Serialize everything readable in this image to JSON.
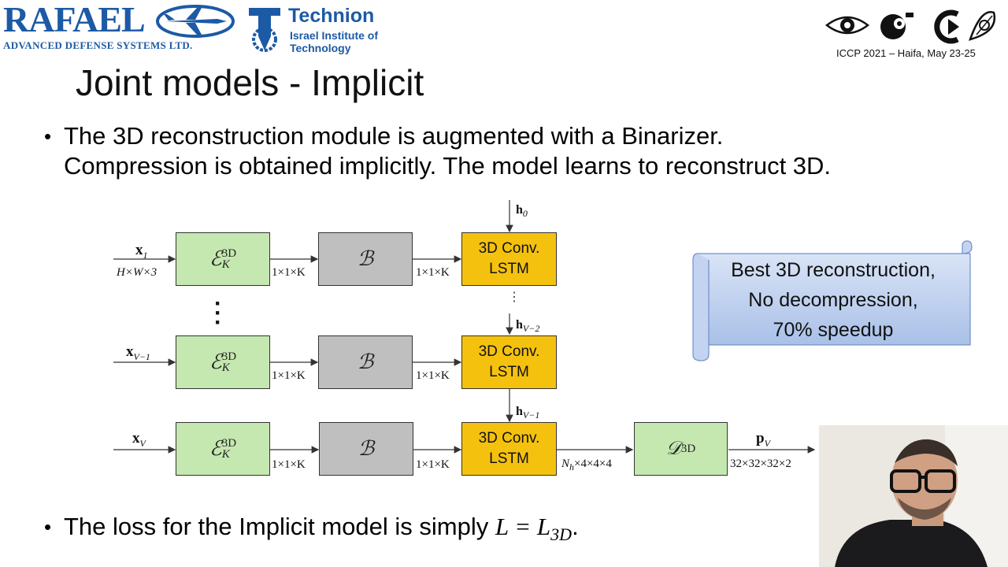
{
  "header": {
    "rafael_word": "RAFAEL",
    "rafael_sub": "ADVANCED DEFENSE SYSTEMS LTD.",
    "technion_title": "Technion",
    "technion_sub": "Israel Institute of Technology",
    "icc_caption": "ICCP 2021 – Haifa, May 23-25"
  },
  "slide": {
    "title": "Joint models - Implicit",
    "bullet1_line1": "The 3D reconstruction module is augmented with a Binarizer.",
    "bullet1_line2": "Compression is obtained implicitly. The model learns to reconstruct 3D.",
    "bullet2_prefix": "The loss for the Implicit model is simply ",
    "bullet2_math": "L = L",
    "bullet2_math_sub": "3D",
    "bullet2_suffix": "."
  },
  "diagram": {
    "inputs": [
      "x",
      "x",
      "x"
    ],
    "input_subs": [
      "1",
      "V−1",
      "V"
    ],
    "input_dim": "H×W×3",
    "encoder_label": "ℰ",
    "encoder_sup": "3D",
    "encoder_sub": "K",
    "binarizer_label": "ℬ",
    "code_dim": "1×1×K",
    "lstm_line1": "3D Conv.",
    "lstm_line2": "LSTM",
    "hidden_labels": [
      "h",
      "h",
      "h"
    ],
    "hidden_subs": [
      "0",
      "V−2",
      "V−1"
    ],
    "lstm_out_dim": "N",
    "lstm_out_dim_sub": "h",
    "lstm_out_dim_rest": "×4×4×4",
    "decoder_label": "𝒟",
    "decoder_sup": "3D",
    "output_label": "p",
    "output_sub": "V",
    "output_dim": "32×32×32×2",
    "vertical_dots": "⋮"
  },
  "callout": {
    "line1": "Best 3D reconstruction,",
    "line2": "No decompression,",
    "line3": "70% speedup"
  },
  "colors": {
    "brand_blue": "#1c5aa6",
    "encoder_green": "#c5e8b0",
    "binarizer_gray": "#bfbfbf",
    "lstm_yellow": "#f4c10f",
    "scroll_blue": "#b8cdee"
  },
  "icons": [
    "eye-icon",
    "camera-icon",
    "aperture-c-icon",
    "iris-icon",
    "jet-plane-icon",
    "technion-emblem-icon"
  ]
}
